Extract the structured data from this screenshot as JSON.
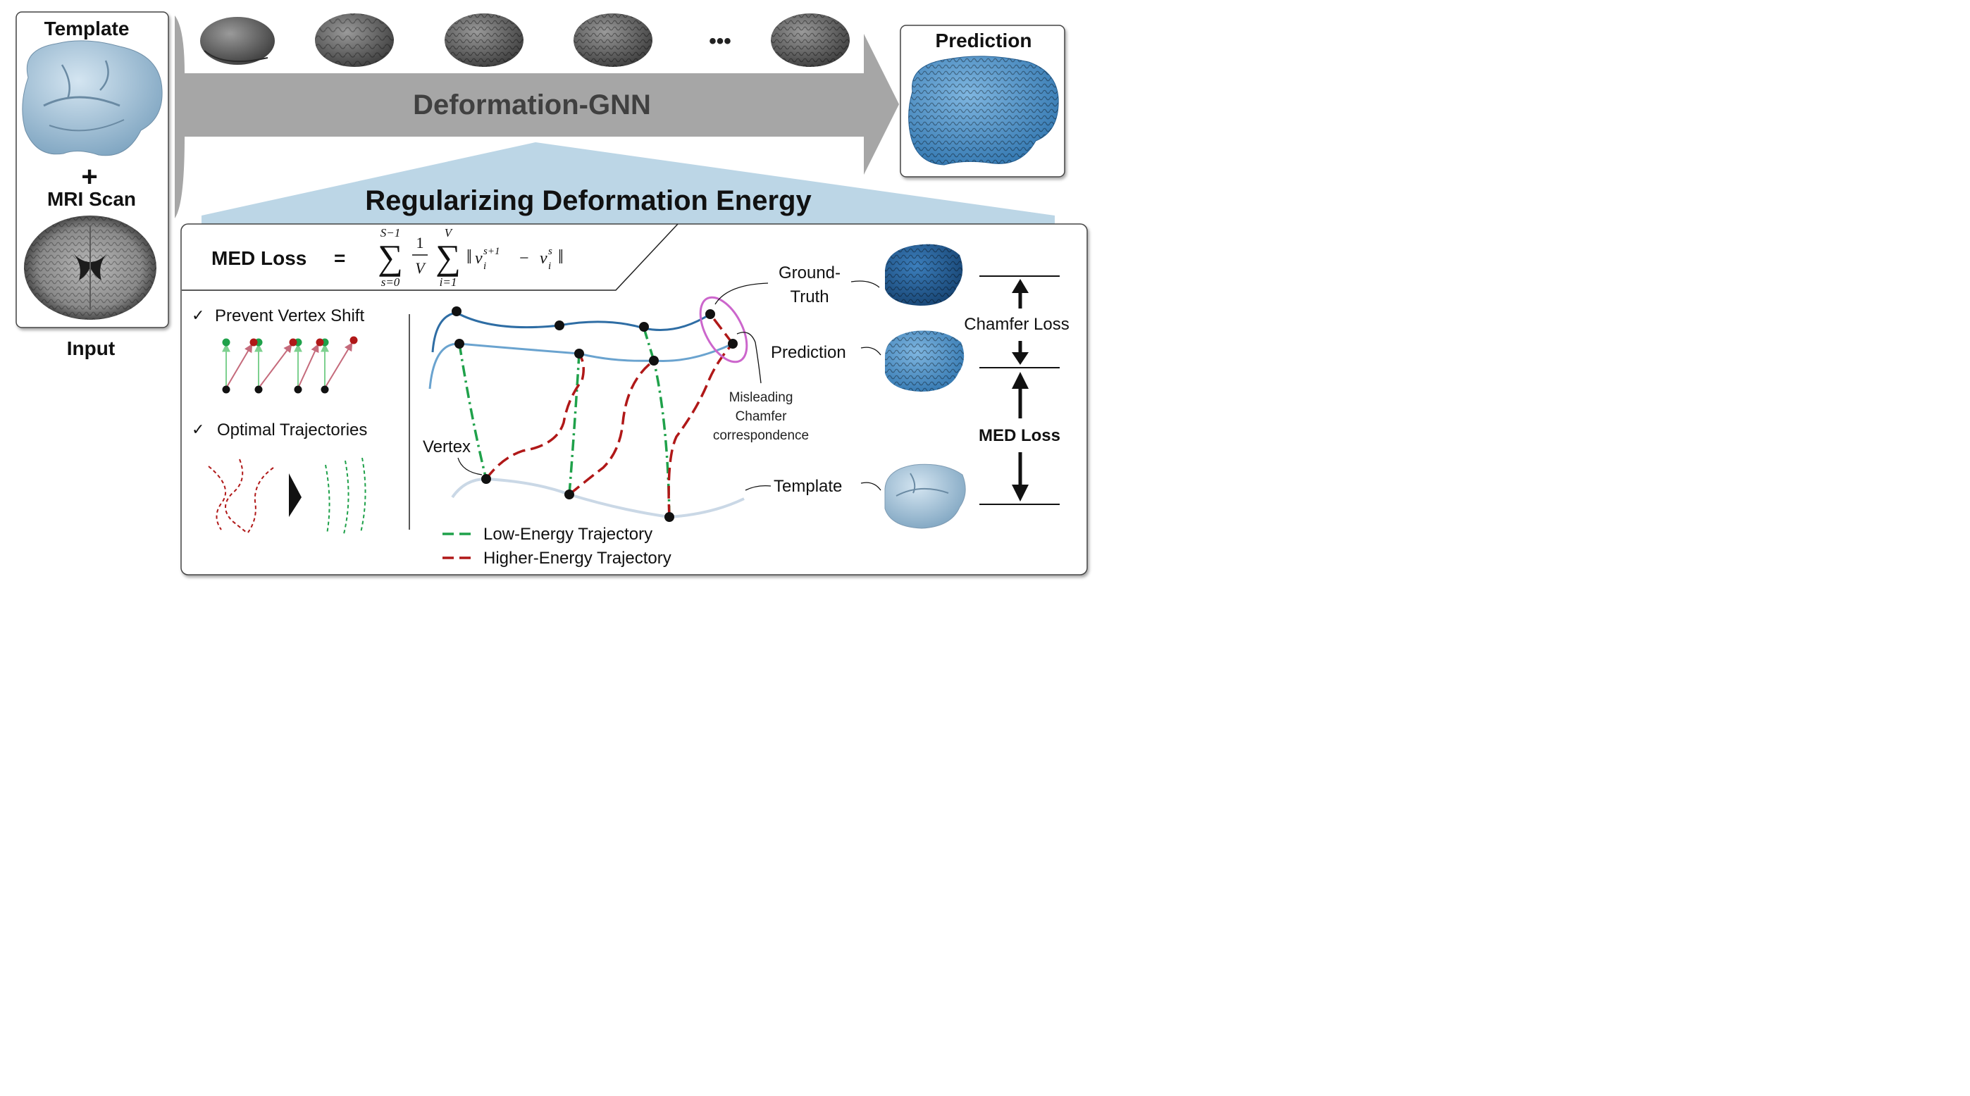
{
  "input_panel": {
    "template_label": "Template",
    "plus": "+",
    "mri_label": "MRI Scan",
    "caption": "Input"
  },
  "pipeline": {
    "gnn_label": "Deformation-GNN",
    "ellipsis": "•••"
  },
  "prediction_panel": {
    "title": "Prediction"
  },
  "regularizer": {
    "title": "Regularizing Deformation Energy"
  },
  "med_formula": {
    "lhs": "MED Loss",
    "equals": "=",
    "sum1_upper": "S−1",
    "sum1_lower": "s=0",
    "frac_num": "1",
    "frac_den": "V",
    "sum2_upper": "V",
    "sum2_lower": "i=1",
    "norm_open": "‖",
    "v1": "v",
    "v1_sup": "s+1",
    "v1_sub": "i",
    "minus": "−",
    "v2": "v",
    "v2_sup": "s",
    "v2_sub": "i",
    "norm_close": "‖"
  },
  "benefits": {
    "check": "✓",
    "item1": "Prevent Vertex Shift",
    "item2": "Optimal Trajectories"
  },
  "trajectory_plot": {
    "vertex_label": "Vertex",
    "ground_truth_label_1": "Ground-",
    "ground_truth_label_2": "Truth",
    "prediction_label": "Prediction",
    "template_label": "Template",
    "misleading_1": "Misleading",
    "misleading_2": "Chamfer",
    "misleading_3": "correspondence",
    "legend_low": "Low-Energy Trajectory",
    "legend_high": "Higher-Energy Trajectory"
  },
  "loss_scale": {
    "chamfer_label": "Chamfer Loss",
    "med_label": "MED Loss"
  },
  "colors": {
    "arrow_gray": "#a6a6a6",
    "gnn_text": "#404040",
    "regularizer_band": "#bcd6e6",
    "low_energy_green": "#1fa14a",
    "high_energy_red": "#b01818",
    "ground_truth_blue": "#2e6da4",
    "prediction_blue": "#6aa3cf",
    "template_blue": "#cad8e6",
    "ellipse_magenta": "#cc66cc",
    "brain_template": "#a6c6dc",
    "brain_prediction": "#3d87c4",
    "brain_ground_truth": "#1f5e99",
    "brain_gray": "#6b6b6b"
  },
  "icons": {
    "brain": "brain-icon",
    "mri": "mri-slice-icon",
    "arrow": "process-arrow",
    "checkmark": "checkmark-icon"
  }
}
